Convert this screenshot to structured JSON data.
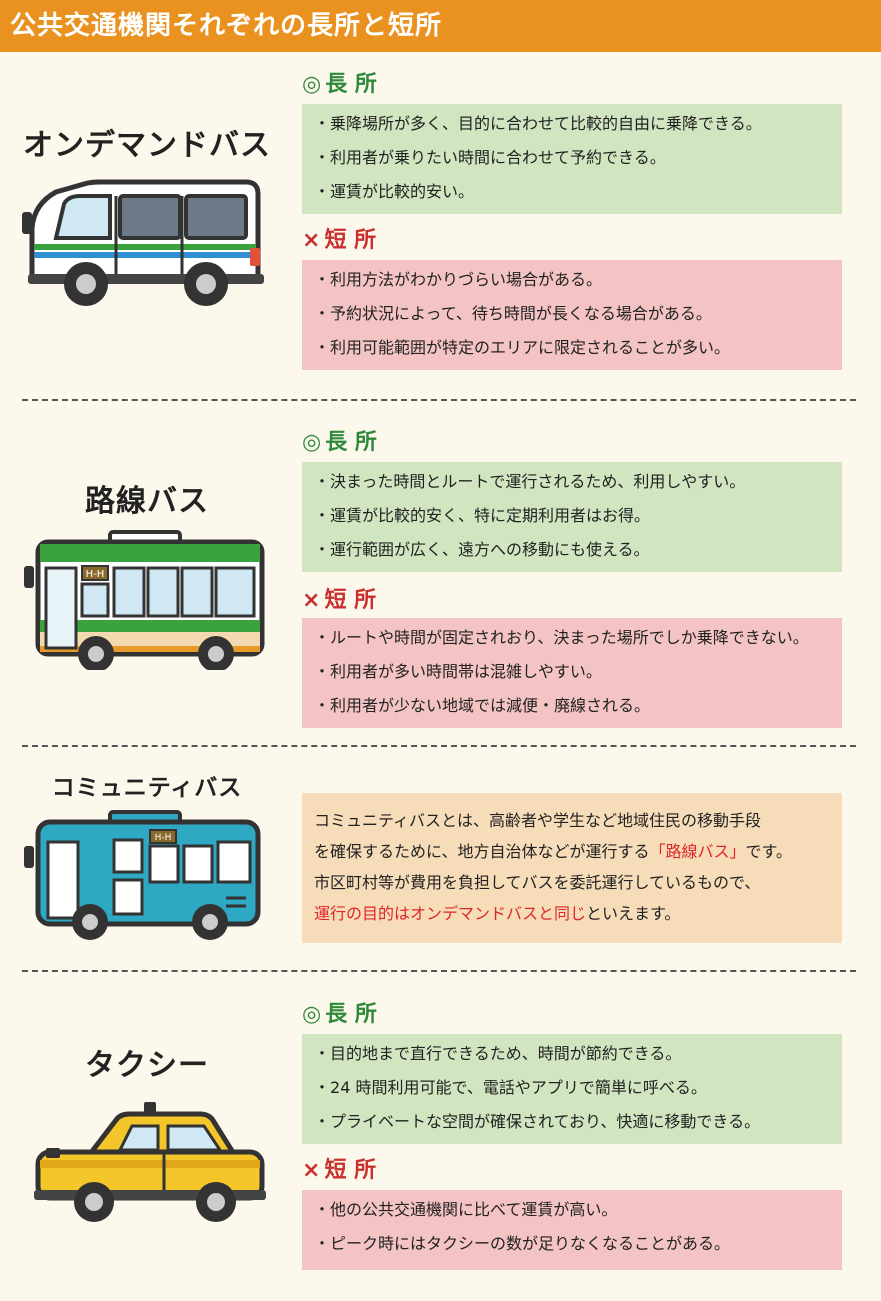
{
  "header": {
    "title": "公共交通機関それぞれの長所と短所"
  },
  "labels": {
    "pro_mark": "◎",
    "pro_text": "長 所",
    "con_mark": "×",
    "con_text": "短 所"
  },
  "sections": {
    "ondemand": {
      "name": "オンデマンドバス",
      "pros": [
        "乗降場所が多く、目的に合わせて比較的自由に乗降できる。",
        "利用者が乗りたい時間に合わせて予約できる。",
        "運賃が比較的安い。"
      ],
      "cons": [
        "利用方法がわかりづらい場合がある。",
        "予約状況によって、待ち時間が長くなる場合がある。",
        "利用可能範囲が特定のエリアに限定されることが多い。"
      ]
    },
    "route": {
      "name": "路線バス",
      "sign": "H-H",
      "pros": [
        "決まった時間とルートで運行されるため、利用しやすい。",
        "運賃が比較的安く、特に定期利用者はお得。",
        "運行範囲が広く、遠方への移動にも使える。"
      ],
      "cons": [
        "ルートや時間が固定されおり、決まった場所でしか乗降できない。",
        "利用者が多い時間帯は混雑しやすい。",
        "利用者が少ない地域では減便・廃線される。"
      ]
    },
    "community": {
      "name": "コミュニティバス",
      "sign": "H-H",
      "desc": {
        "line1": "コミュニティバスとは、高齢者や学生など地域住民の移動手段",
        "line2_a": "を確保するために、地方自治体などが運行する",
        "line2_red": "「路線バス」",
        "line2_b": "です。",
        "line3": "市区町村等が費用を負担してバスを委託運行しているもので、",
        "line4_red": "運行の目的はオンデマンドバスと同じ",
        "line4_b": "といえます。"
      }
    },
    "taxi": {
      "name": "タクシー",
      "pros": [
        "目的地まで直行できるため、時間が節約できる。",
        "24 時間利用可能で、電話やアプリで簡単に呼べる。",
        "プライベートな空間が確保されており、快適に移動できる。"
      ],
      "cons": [
        "他の公共交通機関に比べて運賃が高い。",
        "ピーク時にはタクシーの数が足りなくなることがある。"
      ]
    }
  },
  "colors": {
    "header": "#e9921f",
    "pro_green": "#2e8a3a",
    "con_red": "#c8312e",
    "pro_box": "#d1e5c0",
    "con_box": "#f4c3c3",
    "desc_box": "#f6dcb8",
    "highlight_red": "#e0262a"
  }
}
